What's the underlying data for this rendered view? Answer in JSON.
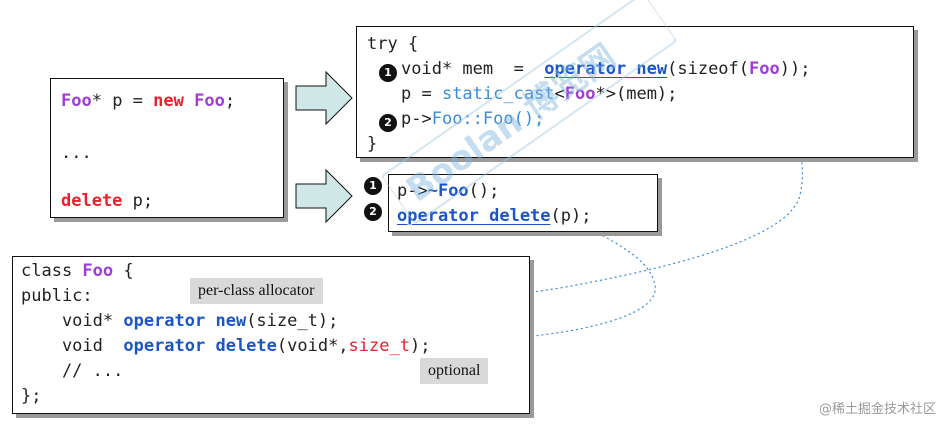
{
  "left_code": {
    "line1": {
      "t1": "Foo",
      "t2": "* p = ",
      "t3": "new",
      "t4": " ",
      "t5": "Foo",
      "t6": ";"
    },
    "line2": "...",
    "line3": {
      "t1": "delete",
      "t2": " p;"
    }
  },
  "try_block": {
    "open": "try {",
    "step1_badge": "1",
    "line1": {
      "t1": "void* mem  =  ",
      "t2": "operator new",
      "t3": "(sizeof(",
      "t4": "Foo",
      "t5": "));"
    },
    "line2": {
      "t1": "p = ",
      "t2": "static_cast",
      "t3": "<",
      "t4": "Foo",
      "t5": "*>(mem);"
    },
    "step2_badge": "2",
    "line3": {
      "t1": "p->",
      "t2": "Foo::Foo();"
    },
    "close": "}"
  },
  "delete_block": {
    "step1_badge": "1",
    "line1": {
      "t1": "p->",
      "t2": "~Foo",
      "t3": "();"
    },
    "step2_badge": "2",
    "line2": {
      "t1": "operator delete",
      "t2": "(p);"
    }
  },
  "class_block": {
    "line1": {
      "t1": "class ",
      "t2": "Foo",
      "t3": " {"
    },
    "line2": "public:",
    "line3": {
      "t1": "    void* ",
      "t2": "operator new",
      "t3": "(size_t);"
    },
    "line4": {
      "t1": "    void  ",
      "t2": "operator delete",
      "t3": "(void*,",
      "t4": "size_t",
      "t5": ");"
    },
    "line5": "    // ...",
    "line6": "};"
  },
  "notes": {
    "per_class": "per-class allocator",
    "optional": "optional"
  },
  "watermark": {
    "text": "Boolan 博览网"
  },
  "credit": "@稀土掘金技术社区",
  "colors": {
    "red": "#e8212b",
    "purple": "#a23cd6",
    "blue": "#1c55c7",
    "light_blue": "#3c8ad8",
    "arrow_fill": "#cfe7e7"
  }
}
